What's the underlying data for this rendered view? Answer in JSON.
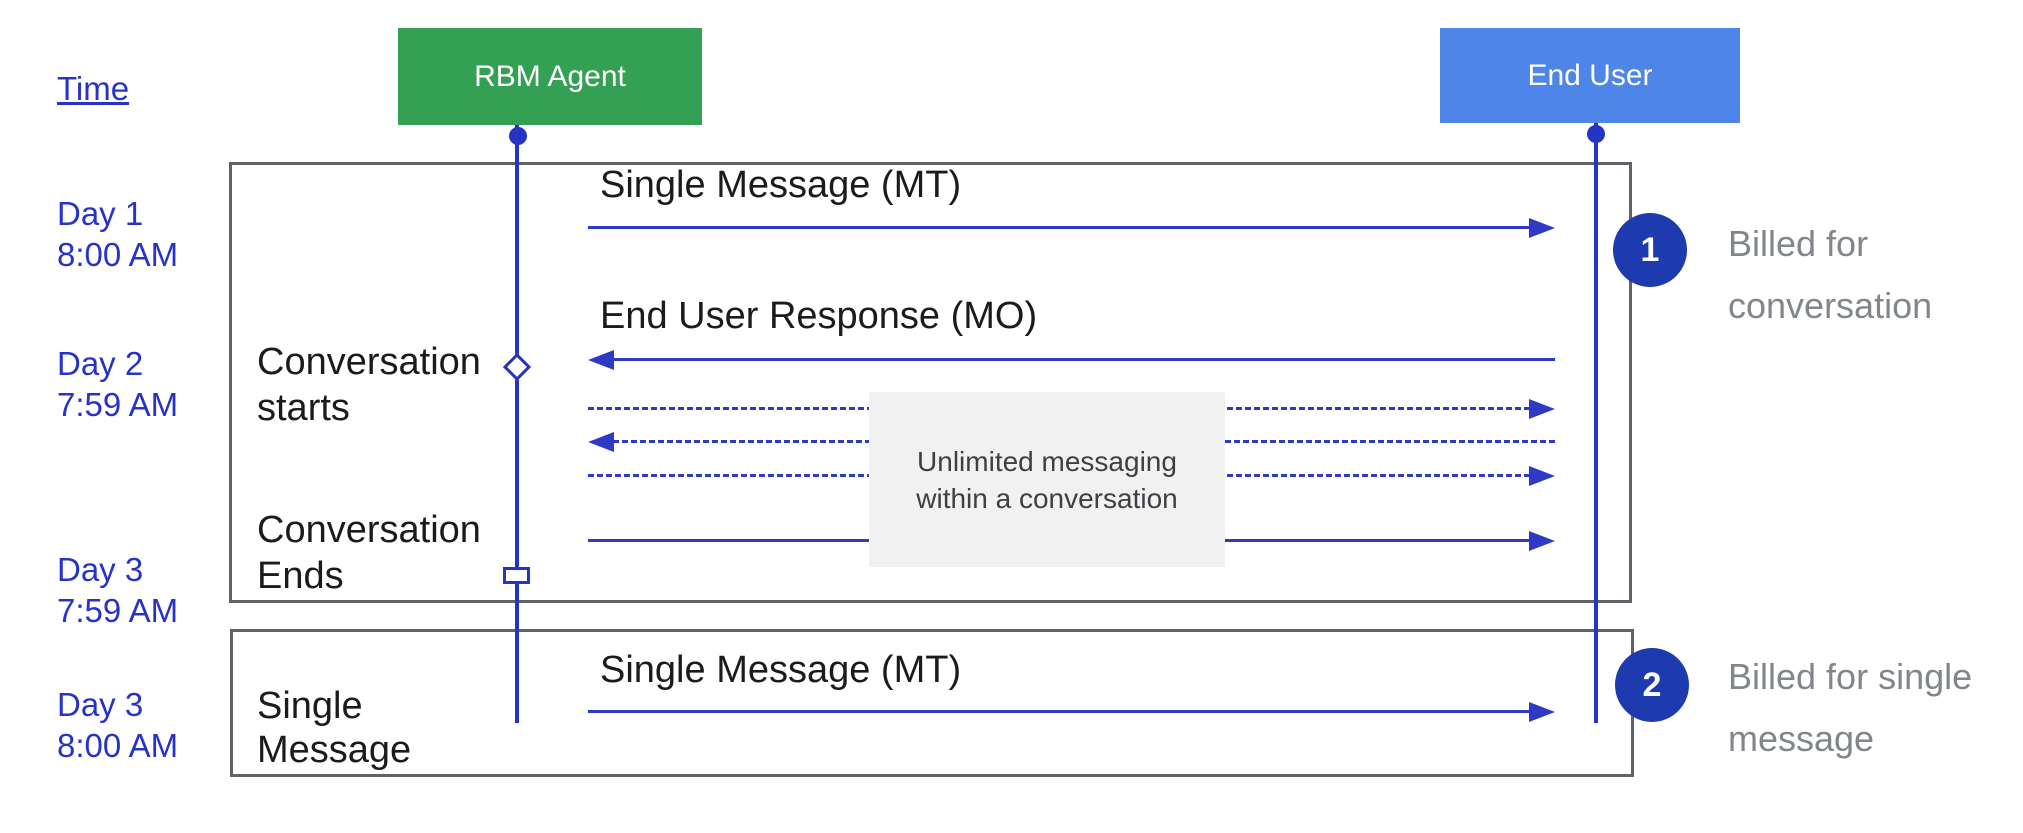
{
  "time_label": "Time",
  "actors": {
    "agent": "RBM Agent",
    "end_user": "End User"
  },
  "timeline": [
    {
      "day": "Day 1",
      "time": "8:00 AM"
    },
    {
      "day": "Day 2",
      "time": "7:59 AM"
    },
    {
      "day": "Day 3",
      "time": "7:59 AM"
    },
    {
      "day": "Day 3",
      "time": "8:00 AM"
    }
  ],
  "conversation_box": {
    "mt_message": "Single Message (MT)",
    "mo_message": "End User Response (MO)",
    "starts": {
      "line1": "Conversation",
      "line2": "starts"
    },
    "ends": {
      "line1": "Conversation",
      "line2": "Ends"
    },
    "info": {
      "line1": "Unlimited messaging",
      "line2": "within a conversation"
    }
  },
  "single_message_box": {
    "label": {
      "line1": "Single",
      "line2": "Message"
    },
    "mt_message": "Single Message (MT)"
  },
  "billing": [
    {
      "num": "1",
      "line1": "Billed for",
      "line2": "conversation"
    },
    {
      "num": "2",
      "line1": "Billed for single",
      "line2": "message"
    }
  ],
  "colors": {
    "agent_green": "#34a053",
    "end_user_blue": "#4d86e8",
    "line_blue": "#2434c4",
    "arrow_blue": "#2e3ac6",
    "timeline_text_blue": "#2733c8",
    "billing_navy": "#1d3aae",
    "billing_text_gray": "#80868b",
    "frame_gray": "#5f6368",
    "info_box_bg": "#f1f1f2"
  }
}
